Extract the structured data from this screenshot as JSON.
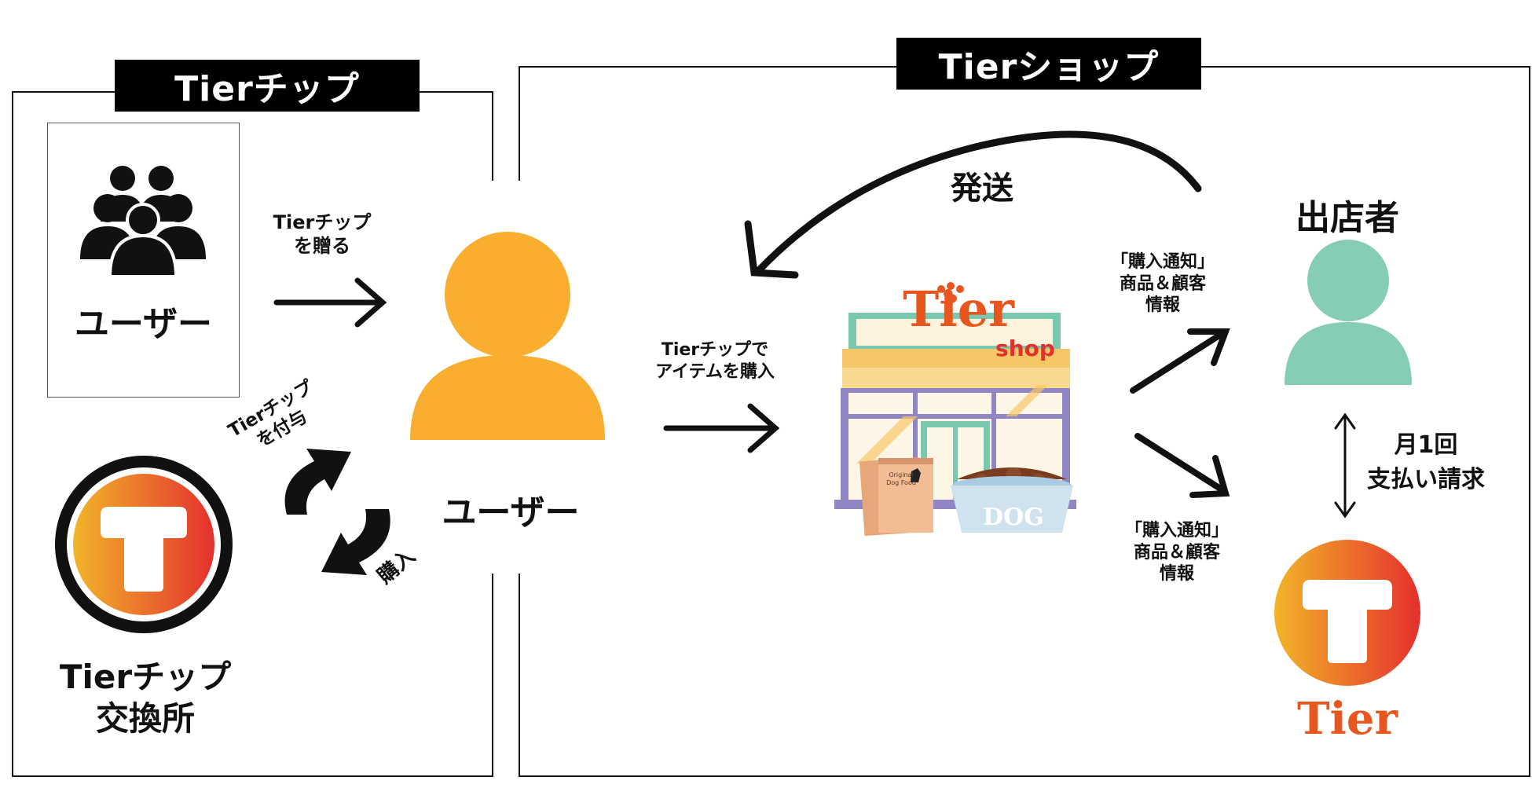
{
  "left_panel": {
    "title": "Tierチップ",
    "user_group_label": "ユーザー",
    "gift_label": "Tierチップ\nを贈る",
    "grant_label": "Tierチップ\nを付与",
    "purchase_label": "購入",
    "exchange_label": "Tierチップ\n交換所"
  },
  "center": {
    "user_label": "ユーザー",
    "buy_label": "Tierチップで\nアイテムを購入"
  },
  "right_panel": {
    "title": "Tierショップ",
    "ship_label": "発送",
    "seller_label": "出店者",
    "notice_top": "「購入通知」\n商品＆顧客\n情報",
    "notice_bottom": "「購入通知」\n商品＆顧客\n情報",
    "billing_label": "月1回\n支払い請求",
    "shop_sign": "Tier",
    "shop_sub": "shop",
    "bag_text": "Original\nDog Food",
    "bowl_text": "DOG",
    "logo_text": "Tier"
  },
  "colors": {
    "user_orange": "#F9AE2F",
    "seller_green": "#85CDB4",
    "logo_grad_start": "#F2B52A",
    "logo_grad_end": "#E4302C",
    "brand_orange": "#E8561F"
  }
}
